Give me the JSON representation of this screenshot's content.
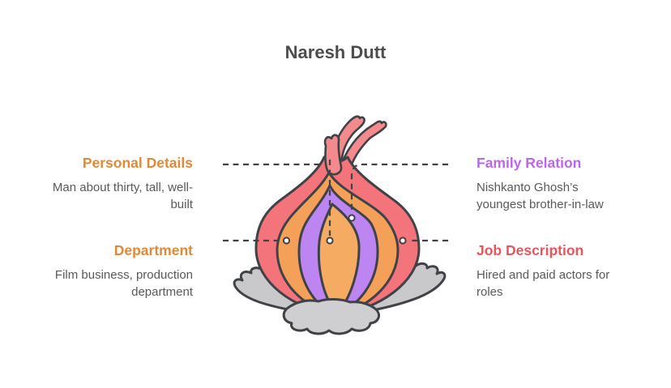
{
  "title": "Naresh Dutt",
  "sections": {
    "personal_details": {
      "title": "Personal Details",
      "body": "Man about thirty, tall, well-built"
    },
    "family_relation": {
      "title": "Family Relation",
      "body": "Nishkanto Ghosh’s youngest brother-in-law"
    },
    "department": {
      "title": "Department",
      "body": "Film business, production department"
    },
    "job_description": {
      "title": "Job Description",
      "body": "Hired and paid actors for roles"
    }
  },
  "colors": {
    "title_text": "#4c4d51",
    "body_text": "#58595c",
    "heading_orange": "#df8a3a",
    "heading_purple": "#bb65f0",
    "heading_red": "#ea545c",
    "outline": "#3f4247",
    "onion_outer": "#f4747b",
    "onion_second": "#f4a058",
    "onion_third": "#bd85f2",
    "onion_core": "#f5ab62",
    "stem": "#f48a8d",
    "leaves": "#c9c9cc",
    "base": "#cfcfd2",
    "marker_fill": "#ffffff"
  },
  "illustration": {
    "name": "onion-cross-section"
  }
}
